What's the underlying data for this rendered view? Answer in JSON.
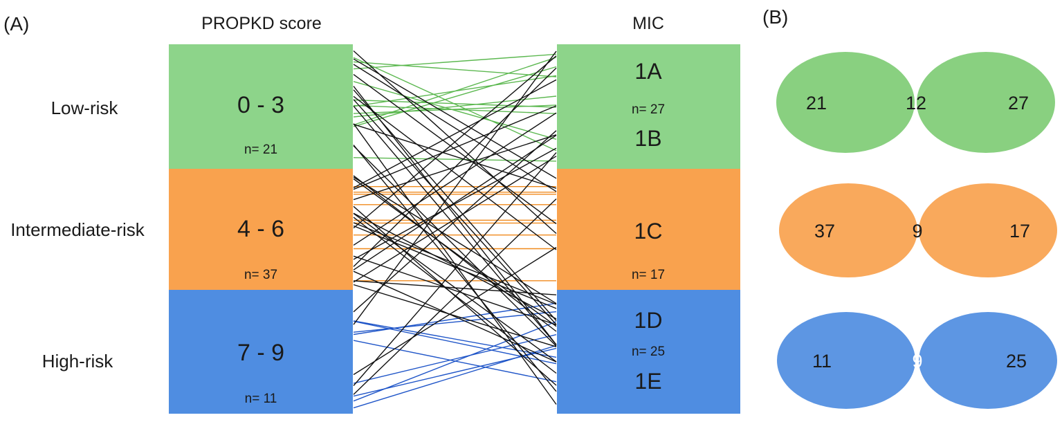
{
  "panel_a": {
    "label": "(A)",
    "left_header": "PROPKD score",
    "right_header": "MIC",
    "risk_levels": [
      {
        "label": "Low-risk",
        "score_range": "0 - 3",
        "score_n": "n= 21",
        "color": "#8dd48a",
        "line_color": "#5cb850"
      },
      {
        "label": "Intermediate-risk",
        "score_range": "4 - 6",
        "score_n": "n= 37",
        "color": "#f9a24e",
        "line_color": "#f08a1c"
      },
      {
        "label": "High-risk",
        "score_range": "7 - 9",
        "score_n": "n= 11",
        "color": "#4f8de1",
        "line_color": "#1f55c8"
      }
    ],
    "mic_groups": [
      {
        "codes": [
          "1A",
          "1B"
        ],
        "n": "n= 27"
      },
      {
        "codes": [
          "1C"
        ],
        "n": "n= 17"
      },
      {
        "codes": [
          "1D",
          "1E"
        ],
        "n": "n= 25"
      }
    ],
    "connector_color_mismatch": "#111111",
    "connections": {
      "concordant_low": 12,
      "concordant_intermediate": 9,
      "concordant_high": 9
    }
  },
  "panel_b": {
    "label": "(B)",
    "venns": [
      {
        "left": "21",
        "overlap": "12",
        "right": "27",
        "fill": "#7fcc75",
        "overlap_fill": "#3fa03a",
        "overlap_text_color": "#1a1a1a"
      },
      {
        "left": "37",
        "overlap": "9",
        "right": "17",
        "fill": "#f9a24e",
        "overlap_fill": "#f66a1e",
        "overlap_text_color": "#1a1a1a"
      },
      {
        "left": "11",
        "overlap": "9",
        "right": "25",
        "fill": "#4f8de1",
        "overlap_fill": "#1c44c4",
        "overlap_text_color": "#ffffff"
      }
    ]
  }
}
